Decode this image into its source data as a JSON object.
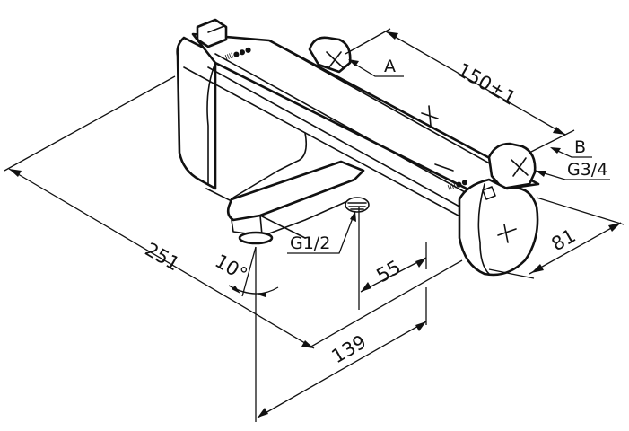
{
  "drawing": {
    "type": "isometric technical drawing",
    "subject": "thermostatic bath/shower mixer",
    "line_color": "#111111",
    "background": "#ffffff"
  },
  "dimensions": {
    "overall_depth": "251",
    "inlet_spacing": "150±1",
    "spout_to_outlet": "55",
    "spout_offset": "139",
    "body_diameter": "81",
    "spout_angle": "10°"
  },
  "callouts": {
    "inlet_a": "A",
    "inlet_b": "B",
    "inlet_thread": "G3/4",
    "outlet_thread": "G1/2"
  }
}
